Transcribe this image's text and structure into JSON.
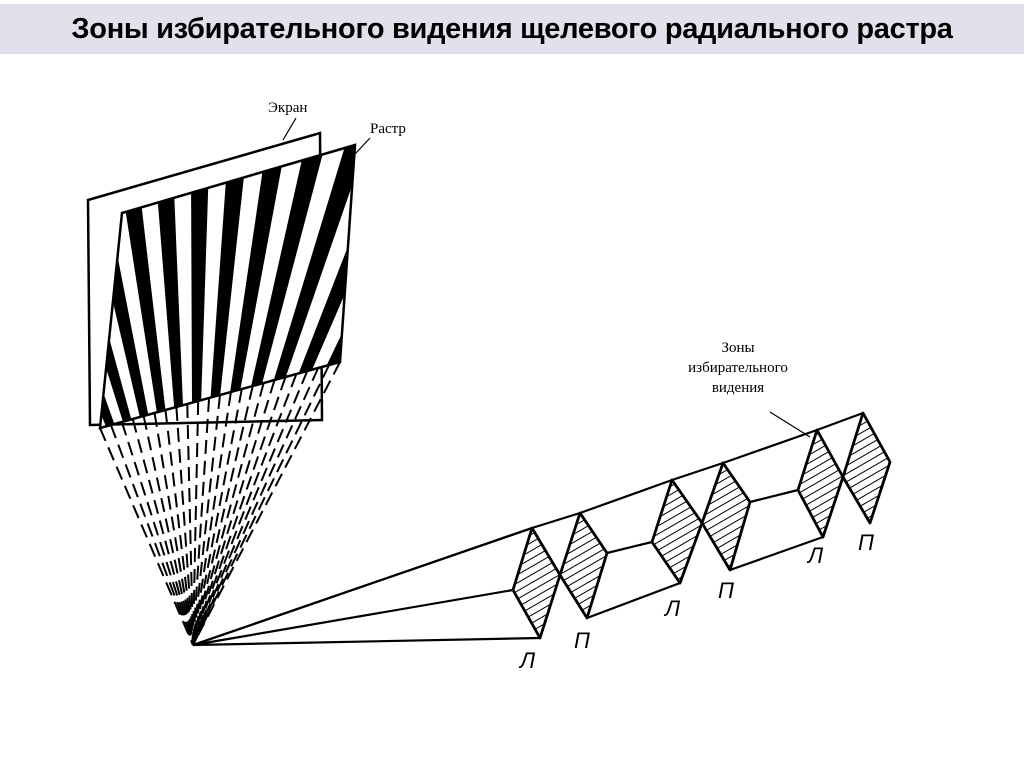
{
  "slide": {
    "title": "Зоны избирательного видения щелевого радиального растра"
  },
  "diagram": {
    "labels": {
      "screen": "Экран",
      "raster": "Растр",
      "zones_line1": "Зоны",
      "zones_line2": "избирательного",
      "zones_line3": "видения"
    },
    "zone_marks": [
      "Л",
      "П",
      "Л",
      "П",
      "Л",
      "П"
    ]
  }
}
